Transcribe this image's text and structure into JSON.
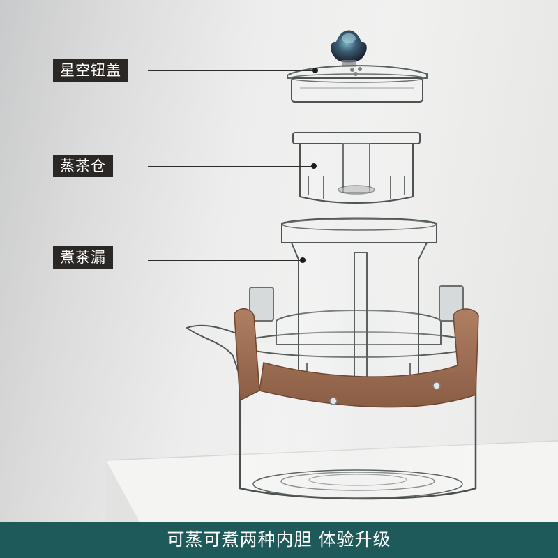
{
  "labels": {
    "lid": "星空钮盖",
    "steam_chamber": "蒸茶仓",
    "brew_infuser": "煮茶漏"
  },
  "caption": "可蒸可煮两种内胆  体验升级",
  "colors": {
    "label_bg": "#2b2724",
    "caption_bg": "#1f5a5a",
    "handle": "#9a6c52"
  }
}
